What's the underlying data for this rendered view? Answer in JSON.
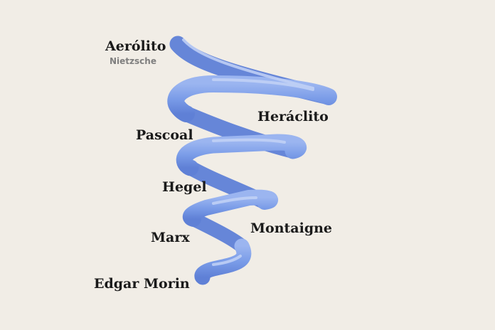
{
  "labels": {
    "aerolito": "Aerólito",
    "nietzsche": "Nietzsche",
    "heraclito": "Heráclito",
    "pascoal": "Pascoal",
    "hegel": "Hegel",
    "montaigne": "Montaigne",
    "marx": "Marx",
    "edgar_morin": "Edgar Morin"
  },
  "colors": {
    "background": "#f1ede6",
    "spiral_main": "#7a9ce8",
    "spiral_shadow": "#5a77c9",
    "spiral_highlight": "#b9ccf6",
    "text": "#1a1a1a",
    "subtext": "#7f7f7f"
  }
}
